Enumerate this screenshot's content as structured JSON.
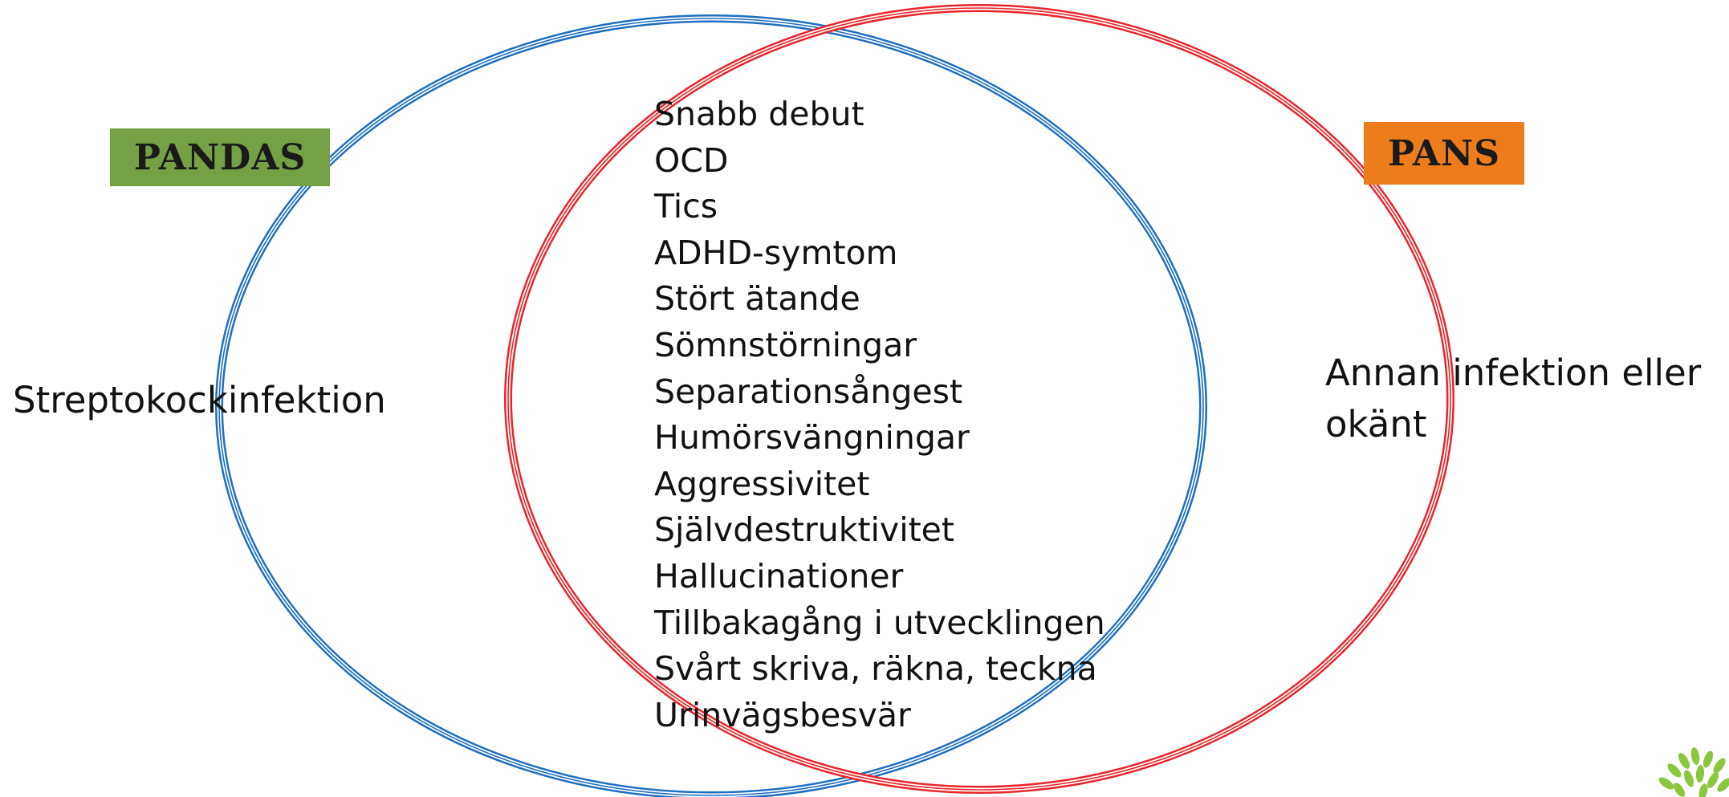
{
  "colors": {
    "pandas_circle": "#1f6fc0",
    "pans_circle": "#e8262a",
    "pandas_tag_bg": "#76a044",
    "pans_tag_bg": "#ed7d1b",
    "leaf_green": "#8cc63f"
  },
  "tags": {
    "pandas": "PANDAS",
    "pans": "PANS"
  },
  "labels": {
    "left": "Streptokockinfektion",
    "right_line1": "Annan infektion eller",
    "right_line2": "okänt"
  },
  "symptoms": [
    "Snabb debut",
    "OCD",
    "Tics",
    "ADHD-symtom",
    "Stört ätande",
    "Sömnstörningar",
    "Separationsångest",
    "Humörsvängningar",
    "Aggressivitet",
    "Självdestruktivitet",
    "Hallucinationer",
    "Tillbakagång i utvecklingen",
    "Svårt skriva, räkna, teckna",
    "Urinvägsbesvär"
  ],
  "decoration": {
    "corner_icon": "leaf-cluster-icon"
  }
}
